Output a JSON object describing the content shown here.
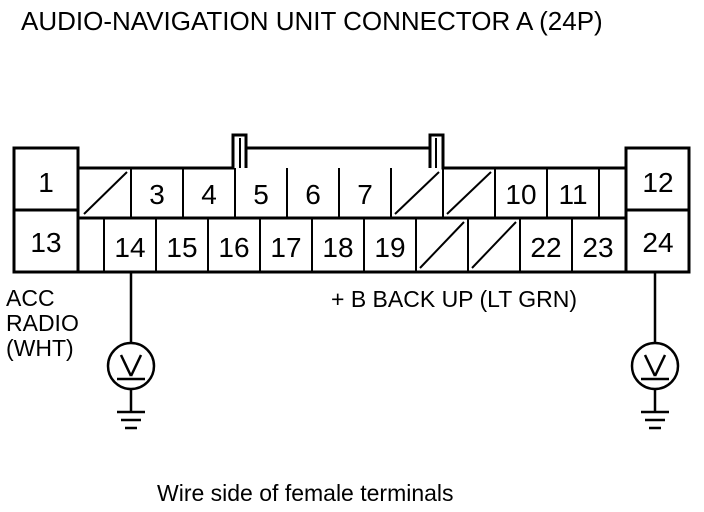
{
  "title": "AUDIO-NAVIGATION UNIT CONNECTOR A (24P)",
  "caption": "Wire side of female terminals",
  "left_wire": {
    "line1": "ACC",
    "line2": "RADIO",
    "line3": "(WHT)"
  },
  "right_wire": {
    "label": "+ B BACK UP (LT GRN)"
  },
  "terminals": {
    "t1": "1",
    "t3": "3",
    "t4": "4",
    "t5": "5",
    "t6": "6",
    "t7": "7",
    "t10": "10",
    "t11": "11",
    "t12": "12",
    "t13": "13",
    "t14": "14",
    "t15": "15",
    "t16": "16",
    "t17": "17",
    "t18": "18",
    "t19": "19",
    "t22": "22",
    "t23": "23",
    "t24": "24"
  },
  "empty_terminals": [
    "2",
    "8",
    "9",
    "20",
    "21"
  ],
  "meter_symbol": "V"
}
